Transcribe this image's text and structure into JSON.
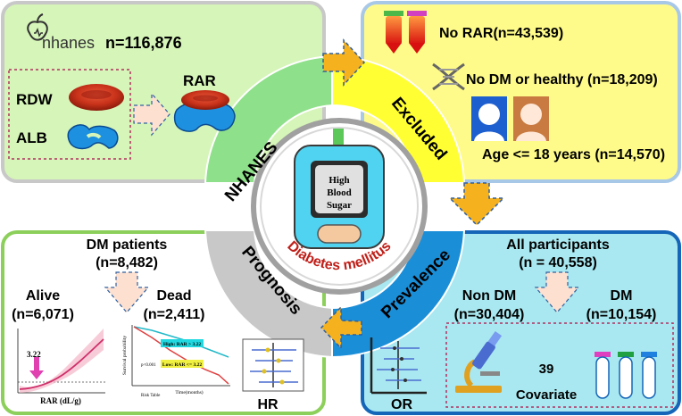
{
  "colors": {
    "nhanes_panel": "#d6f5b8",
    "excluded_panel": "#fffb8a",
    "prognosis_panel": "#ffffff",
    "prevalence_panel": "#a9e8f0",
    "ring_green": "#8fe08a",
    "ring_yellow": "#ffff33",
    "ring_gray": "#c8c8c8",
    "ring_blue": "#1b8ed8",
    "arrow_orange": "#f5b21e",
    "blood_red": "#c8321a",
    "albumin_blue": "#1e90e0",
    "diabetes_text": "#c0201a"
  },
  "nhanes": {
    "logo_text": "nhanes",
    "count": "n=116,876",
    "rdw_label": "RDW",
    "alb_label": "ALB",
    "rar_label": "RAR"
  },
  "excluded": {
    "no_rar": "No RAR(n=43,539)",
    "no_dm": "No DM or healthy (n=18,209)",
    "age": "Age <= 18 years (n=14,570)"
  },
  "ring": {
    "nhanes": "NHANES",
    "excluded": "Excluded",
    "prognosis": "Prognosis",
    "prevalence": "Prevalence"
  },
  "center": {
    "device_text_1": "High",
    "device_text_2": "Blood",
    "device_text_3": "Sugar",
    "title": "Diabetes  mellitus"
  },
  "prognosis": {
    "dm_patients": "DM patients",
    "dm_count": "(n=8,482)",
    "alive": "Alive",
    "alive_count": "(n=6,071)",
    "dead": "Dead",
    "dead_count": "(n=2,411)",
    "rcs_value": "3.22",
    "rcs_xlabel": "RAR (dL/g)",
    "km_ylabel": "Survival probability",
    "km_high": "High: RAR > 3.22",
    "km_low": "Low: RAR <= 3.22",
    "km_xlabel": "Time(months)",
    "km_table": "Risk Table",
    "km_p": "p<0.001",
    "hr": "HR"
  },
  "prevalence": {
    "all": "All participants",
    "all_count": "(n = 40,558)",
    "non_dm": "Non DM",
    "non_dm_count": "(n=30,404)",
    "dm": "DM",
    "dm_count": "(n=10,154)",
    "or": "OR",
    "covariate_num": "39",
    "covariate": "Covariate"
  }
}
